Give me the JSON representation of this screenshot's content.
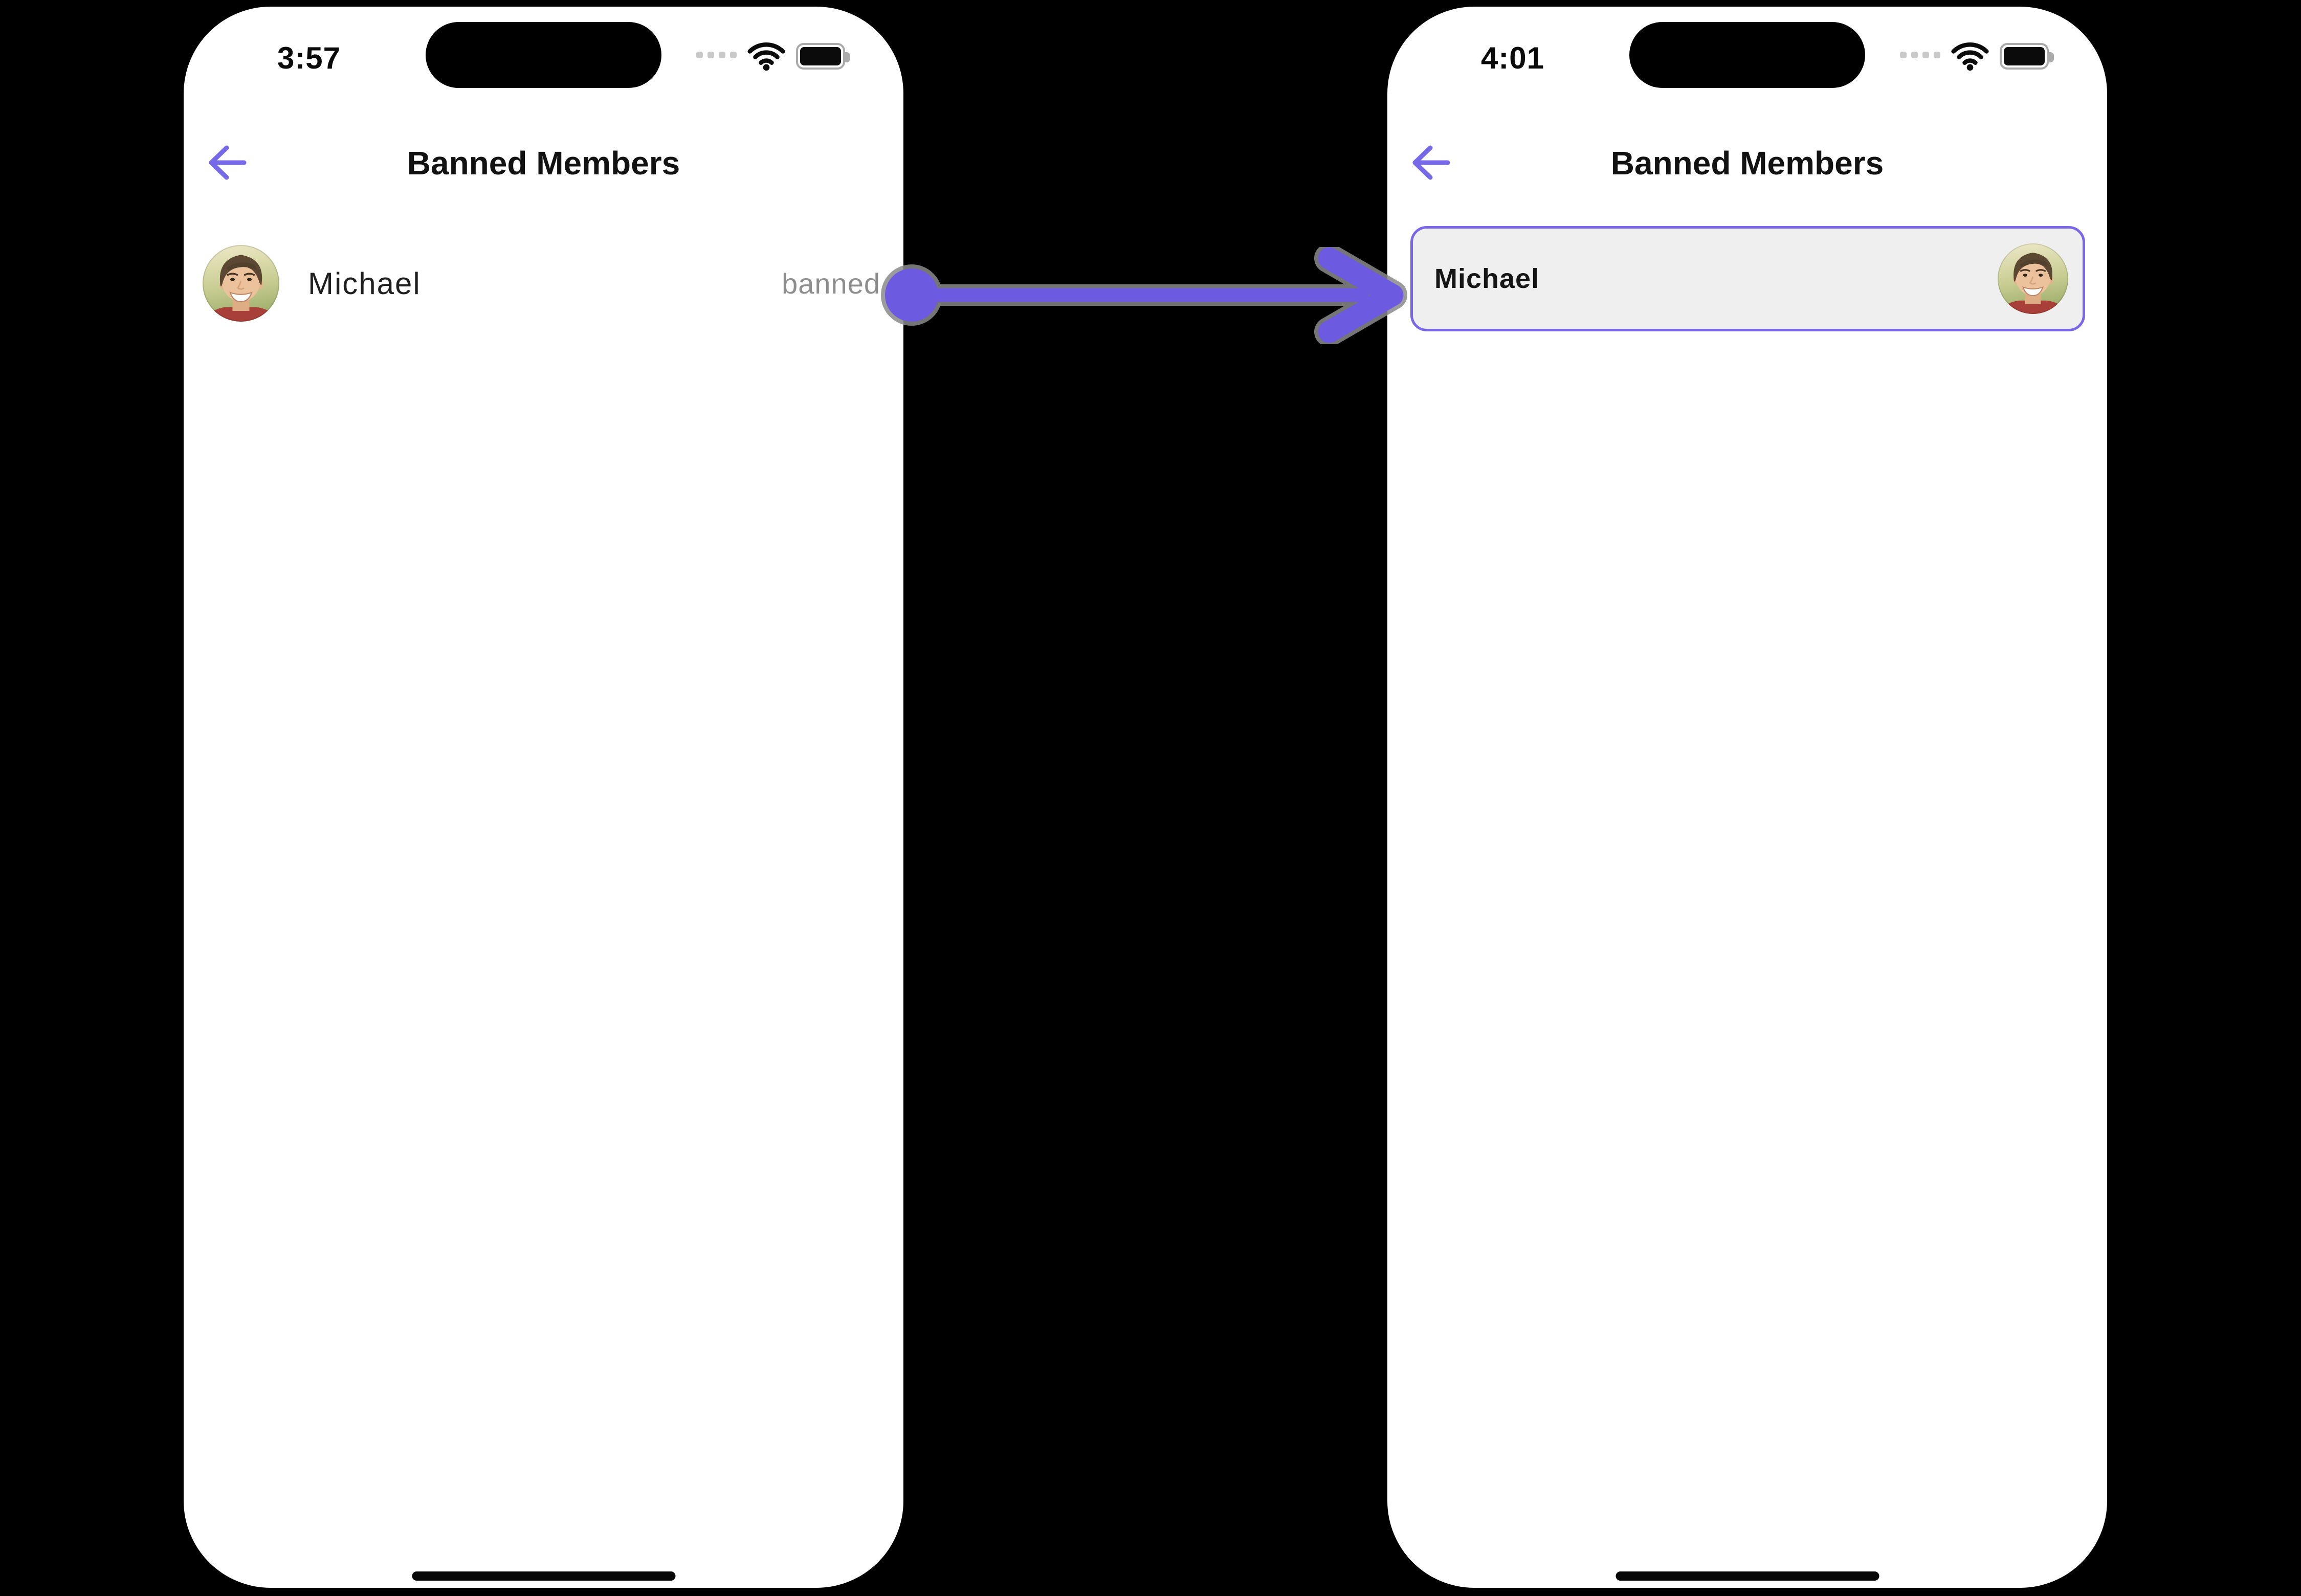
{
  "colors": {
    "background": "#000000",
    "phone_background": "#FFFFFF",
    "accent_purple": "#7569E8",
    "flow_arrow_purple": "#6C5BE0",
    "card_border_purple": "#7A66E8",
    "card_background": "#EFEFF0",
    "banned_text_gray": "#8E8E8E"
  },
  "phones": [
    {
      "state": "before",
      "status_bar": {
        "time": "3:57",
        "icons": [
          "cellular-signal-icon",
          "wifi-icon",
          "battery-icon"
        ]
      },
      "header": {
        "back_icon": "arrow-left-icon",
        "title": "Banned Members"
      },
      "member": {
        "name": "Michael",
        "status": "banned",
        "avatar": "michael-photo"
      }
    },
    {
      "state": "after",
      "status_bar": {
        "time": "4:01",
        "icons": [
          "cellular-signal-icon",
          "wifi-icon",
          "battery-icon"
        ]
      },
      "header": {
        "back_icon": "arrow-left-icon",
        "title": "Banned Members"
      },
      "member": {
        "name": "Michael",
        "avatar": "michael-photo"
      }
    }
  ],
  "transition_arrow": {
    "direction": "left-to-right",
    "color": "#6C5BE0"
  }
}
